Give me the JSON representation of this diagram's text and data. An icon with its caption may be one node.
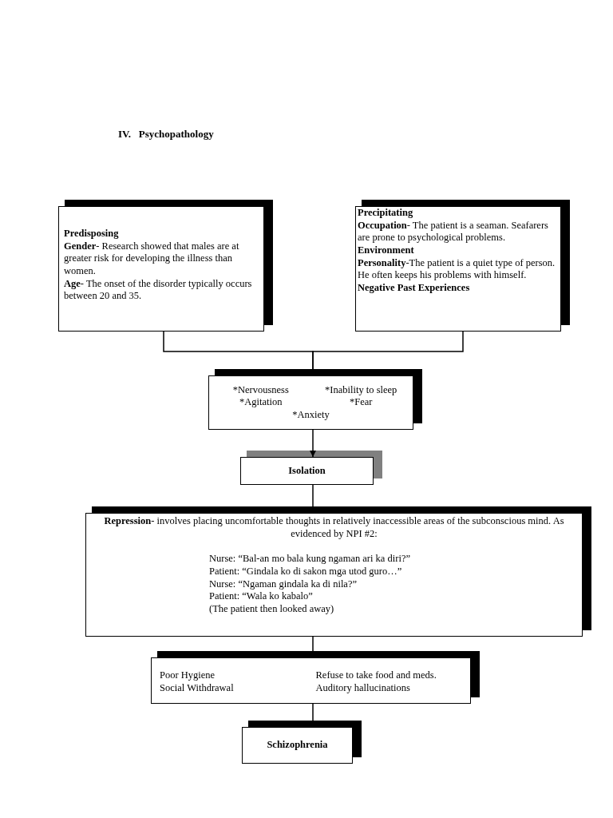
{
  "diagram": {
    "title": "IV.   Psychopathology",
    "nodes": [
      {
        "text": [
          "Predisposing",
          "**Gender**- Research showed that males are at greater risk for developing the illness than women.",
          "**Age**- The onset of the disorder typically occurs between 20 and 35."
        ]
      },
      {
        "text": [
          "Precipitating",
          "**Occupation**- The patient is a seaman. Seafarers are prone to psychological problems.",
          "Environment",
          "**Personality**-The patient is a quiet type of person. He often keeps his problems with himself.",
          "Negative Past Experiences"
        ]
      },
      {
        "text": [
          "*Nervousness",
          "*Inability to sleep",
          "*Agitation",
          "*Fear",
          "*Anxiety"
        ]
      },
      {
        "text": [
          "Isolation"
        ]
      },
      {
        "text": [
          "**Repression**- involves placing uncomfortable thoughts in relatively inaccessible areas of the subconscious mind. As evidenced by NPI #2:",
          "Nurse: “Bal-an mo bala kung ngaman ari ka diri?”",
          "Patient: “Gindala ko di sakon mga utod guro…”",
          "Nurse: “Ngaman gindala ka di nila?”",
          "Patient: “Wala ko kabalo”",
          "(The patient then looked away)"
        ]
      },
      {
        "text": [
          "Poor Hygiene",
          "Refuse to take food and meds.",
          "Social Withdrawal",
          "Auditory hallucinations"
        ]
      },
      {
        "text": [
          "Schizophrenia"
        ]
      }
    ],
    "edges": [
      {
        "from": 0,
        "to": 2,
        "arrow": "to"
      },
      {
        "from": 1,
        "to": 2,
        "arrow": "to"
      },
      {
        "from": 2,
        "to": 3,
        "arrow": "to"
      },
      {
        "from": 3,
        "to": 4,
        "arrow": "to"
      },
      {
        "from": 4,
        "to": 5,
        "arrow": "to"
      },
      {
        "from": 5,
        "to": 6,
        "arrow": "to"
      }
    ]
  }
}
